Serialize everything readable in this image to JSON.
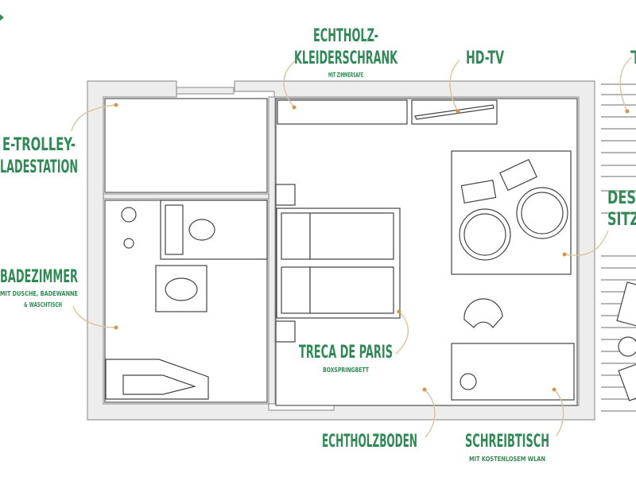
{
  "labels": {
    "wardrobe_1": "ECHTHOLZ-",
    "wardrobe_2": "KLEIDERSCHRANK",
    "wardrobe_sub": "MIT ZIMMERSAFE",
    "tv": "HD-TV",
    "terrace_partial": "T",
    "trolley_1": "E-TROLLEY-",
    "trolley_2": "LADESTATION",
    "bath": "BADEZIMMER",
    "bath_sub_1": "MIT DUSCHE, BADEWANNE",
    "bath_sub_2": "& WASCHTISCH",
    "bed": "TRECA DE PARIS",
    "bed_sub": "BOXSPRINGBETT",
    "floor": "ECHTHOLZBODEN",
    "desk": "SCHREIBTISCH",
    "desk_sub": "MIT KOSTENLOSEM WLAN",
    "seat_1": "DESI",
    "seat_2": "SITZ"
  },
  "colors": {
    "label": "#2f8a55",
    "dot": "#d4974a",
    "leader": "#d9c49e"
  }
}
